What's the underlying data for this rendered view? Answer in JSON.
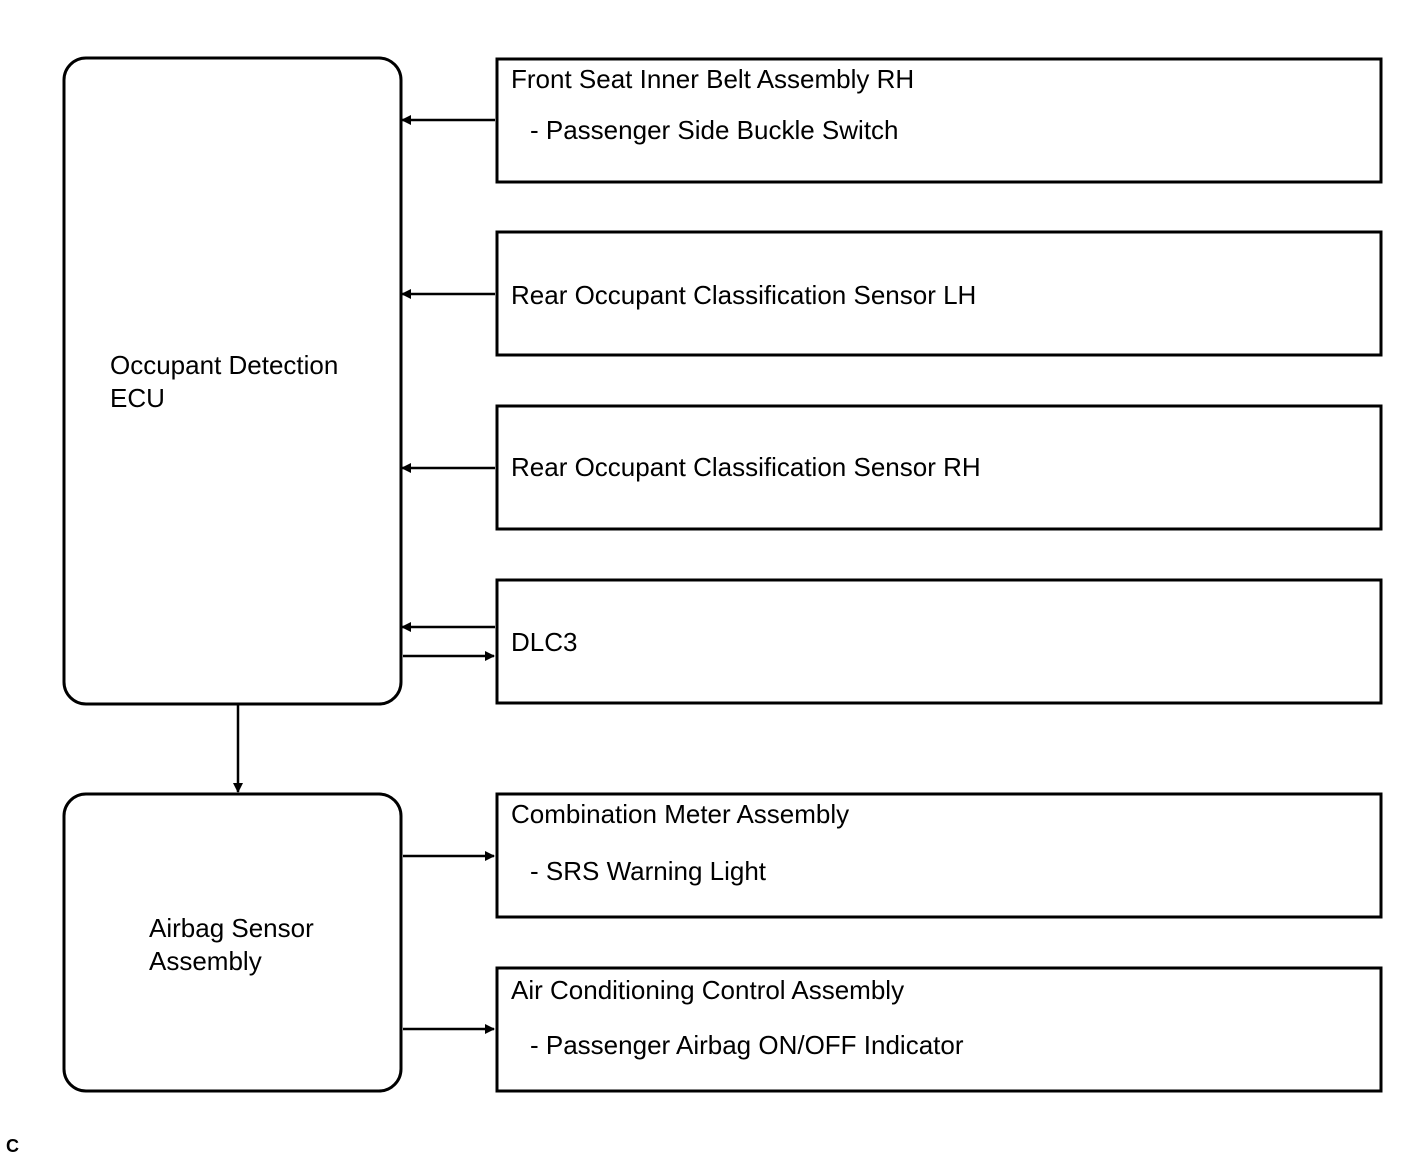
{
  "ecu": {
    "line1": "Occupant Detection",
    "line2": "ECU"
  },
  "airbag": {
    "line1": "Airbag Sensor",
    "line2": "Assembly"
  },
  "boxes": {
    "belt": {
      "title": "Front Seat Inner Belt Assembly RH",
      "sub": "- Passenger Side Buckle Switch"
    },
    "rear_lh": {
      "title": "Rear Occupant Classification Sensor LH"
    },
    "rear_rh": {
      "title": "Rear Occupant Classification Sensor RH"
    },
    "dlc3": {
      "title": "DLC3"
    },
    "meter": {
      "title": "Combination Meter Assembly",
      "sub": "- SRS Warning Light"
    },
    "ac": {
      "title": "Air Conditioning Control Assembly",
      "sub": "- Passenger Airbag ON/OFF Indicator"
    }
  },
  "corner_mark": "C"
}
